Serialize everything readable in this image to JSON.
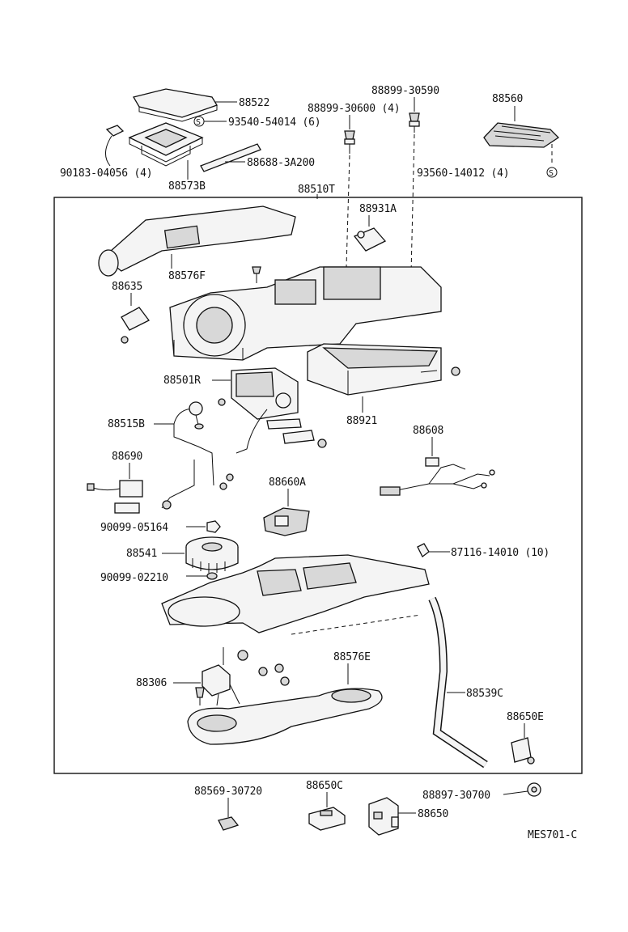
{
  "labels": {
    "p88522": "88522",
    "p93540": "93540-54014 (6)",
    "p90183": "90183-04056 (4)",
    "p88573b": "88573B",
    "p88688": "88688-3A200",
    "p88899_30600": "88899-30600 (4)",
    "p88899_30590": "88899-30590",
    "p88560": "88560",
    "p93560": "93560-14012 (4)",
    "p88510t": "88510T",
    "p88931a": "88931A",
    "p88576f": "88576F",
    "p88635": "88635",
    "p88501r": "88501R",
    "p88921": "88921",
    "p88515b": "88515B",
    "p88608": "88608",
    "p88690": "88690",
    "p88660a": "88660A",
    "p90099_05164": "90099-05164",
    "p88541": "88541",
    "p87116": "87116-14010 (10)",
    "p90099_02210": "90099-02210",
    "p88576e": "88576E",
    "p88306": "88306",
    "p88539c": "88539C",
    "p88650e": "88650E",
    "p88897": "88897-30700",
    "p88569": "88569-30720",
    "p88650c": "88650C",
    "p88650": "88650",
    "diagram_code": "MES701-C",
    "s_symbol_1": "S",
    "s_symbol_2": "S"
  }
}
